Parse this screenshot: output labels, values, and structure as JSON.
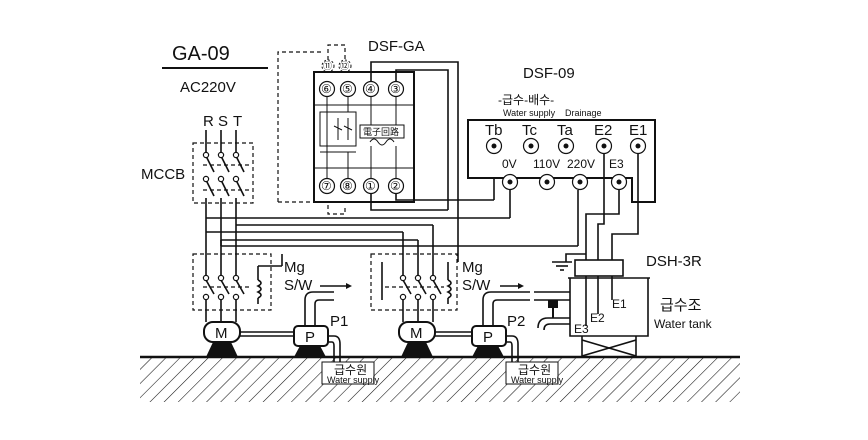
{
  "title": "GA-09",
  "supply_voltage": "AC220V",
  "phases": [
    "R",
    "S",
    "T"
  ],
  "breaker_label": "MCCB",
  "controller": {
    "name": "DSF-GA",
    "top_terminals": [
      "⑥",
      "⑤",
      "④",
      "③"
    ],
    "bottom_terminals": [
      "⑦",
      "⑧",
      "①",
      "②"
    ],
    "remote_terminals": [
      "⑪",
      "⑫"
    ],
    "circuit_label": "電子回路"
  },
  "relay": {
    "name": "DSF-09",
    "header": "-급수-배수-",
    "water_supply_sub": "Water supply",
    "drainage_sub": "Drainage",
    "top_terminals": [
      "Tb",
      "Tc",
      "Ta",
      "E2",
      "E1"
    ],
    "bottom_terminals": [
      "0V",
      "110V",
      "220V",
      "E3"
    ]
  },
  "contactors": [
    {
      "label_line1": "Mg",
      "label_line2": "S/W"
    },
    {
      "label_line1": "Mg",
      "label_line2": "S/W"
    }
  ],
  "motors": [
    "M",
    "M"
  ],
  "pumps": [
    {
      "symbol": "P",
      "name": "P1"
    },
    {
      "symbol": "P",
      "name": "P2"
    }
  ],
  "sources": [
    {
      "label": "급수원",
      "sub": "Water supply"
    },
    {
      "label": "급수원",
      "sub": "Water supply"
    }
  ],
  "electrode_holder": "DSH-3R",
  "electrodes": [
    "E3",
    "E2",
    "E1"
  ],
  "tank": {
    "label": "급수조",
    "sub": "Water tank"
  }
}
